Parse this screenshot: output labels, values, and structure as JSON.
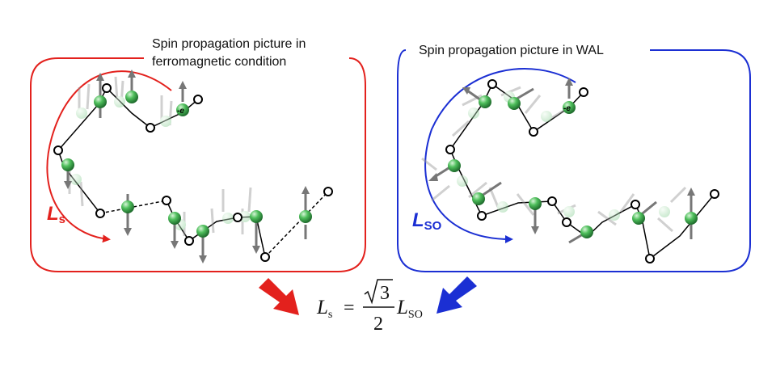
{
  "colors": {
    "left": "#e3211d",
    "right": "#1b2fd3",
    "spin_sphere": "#3aa349",
    "spin_arrow": "#8a8a8a",
    "path": "#000000"
  },
  "left_panel": {
    "caption_line1": "Spin propagation picture in",
    "caption_line2": "ferromagnetic condition",
    "length_main": "L",
    "length_sub": "s",
    "electron_label": "-e"
  },
  "right_panel": {
    "caption": "Spin propagation picture in WAL",
    "length_main": "L",
    "length_sub": "SO",
    "electron_label": "-e"
  },
  "equation": {
    "lhs_symbol": "L",
    "lhs_sub": "s",
    "equals": "=",
    "numerator": "3",
    "denominator": "2",
    "rhs_symbol": "L",
    "rhs_sub": "SO"
  }
}
